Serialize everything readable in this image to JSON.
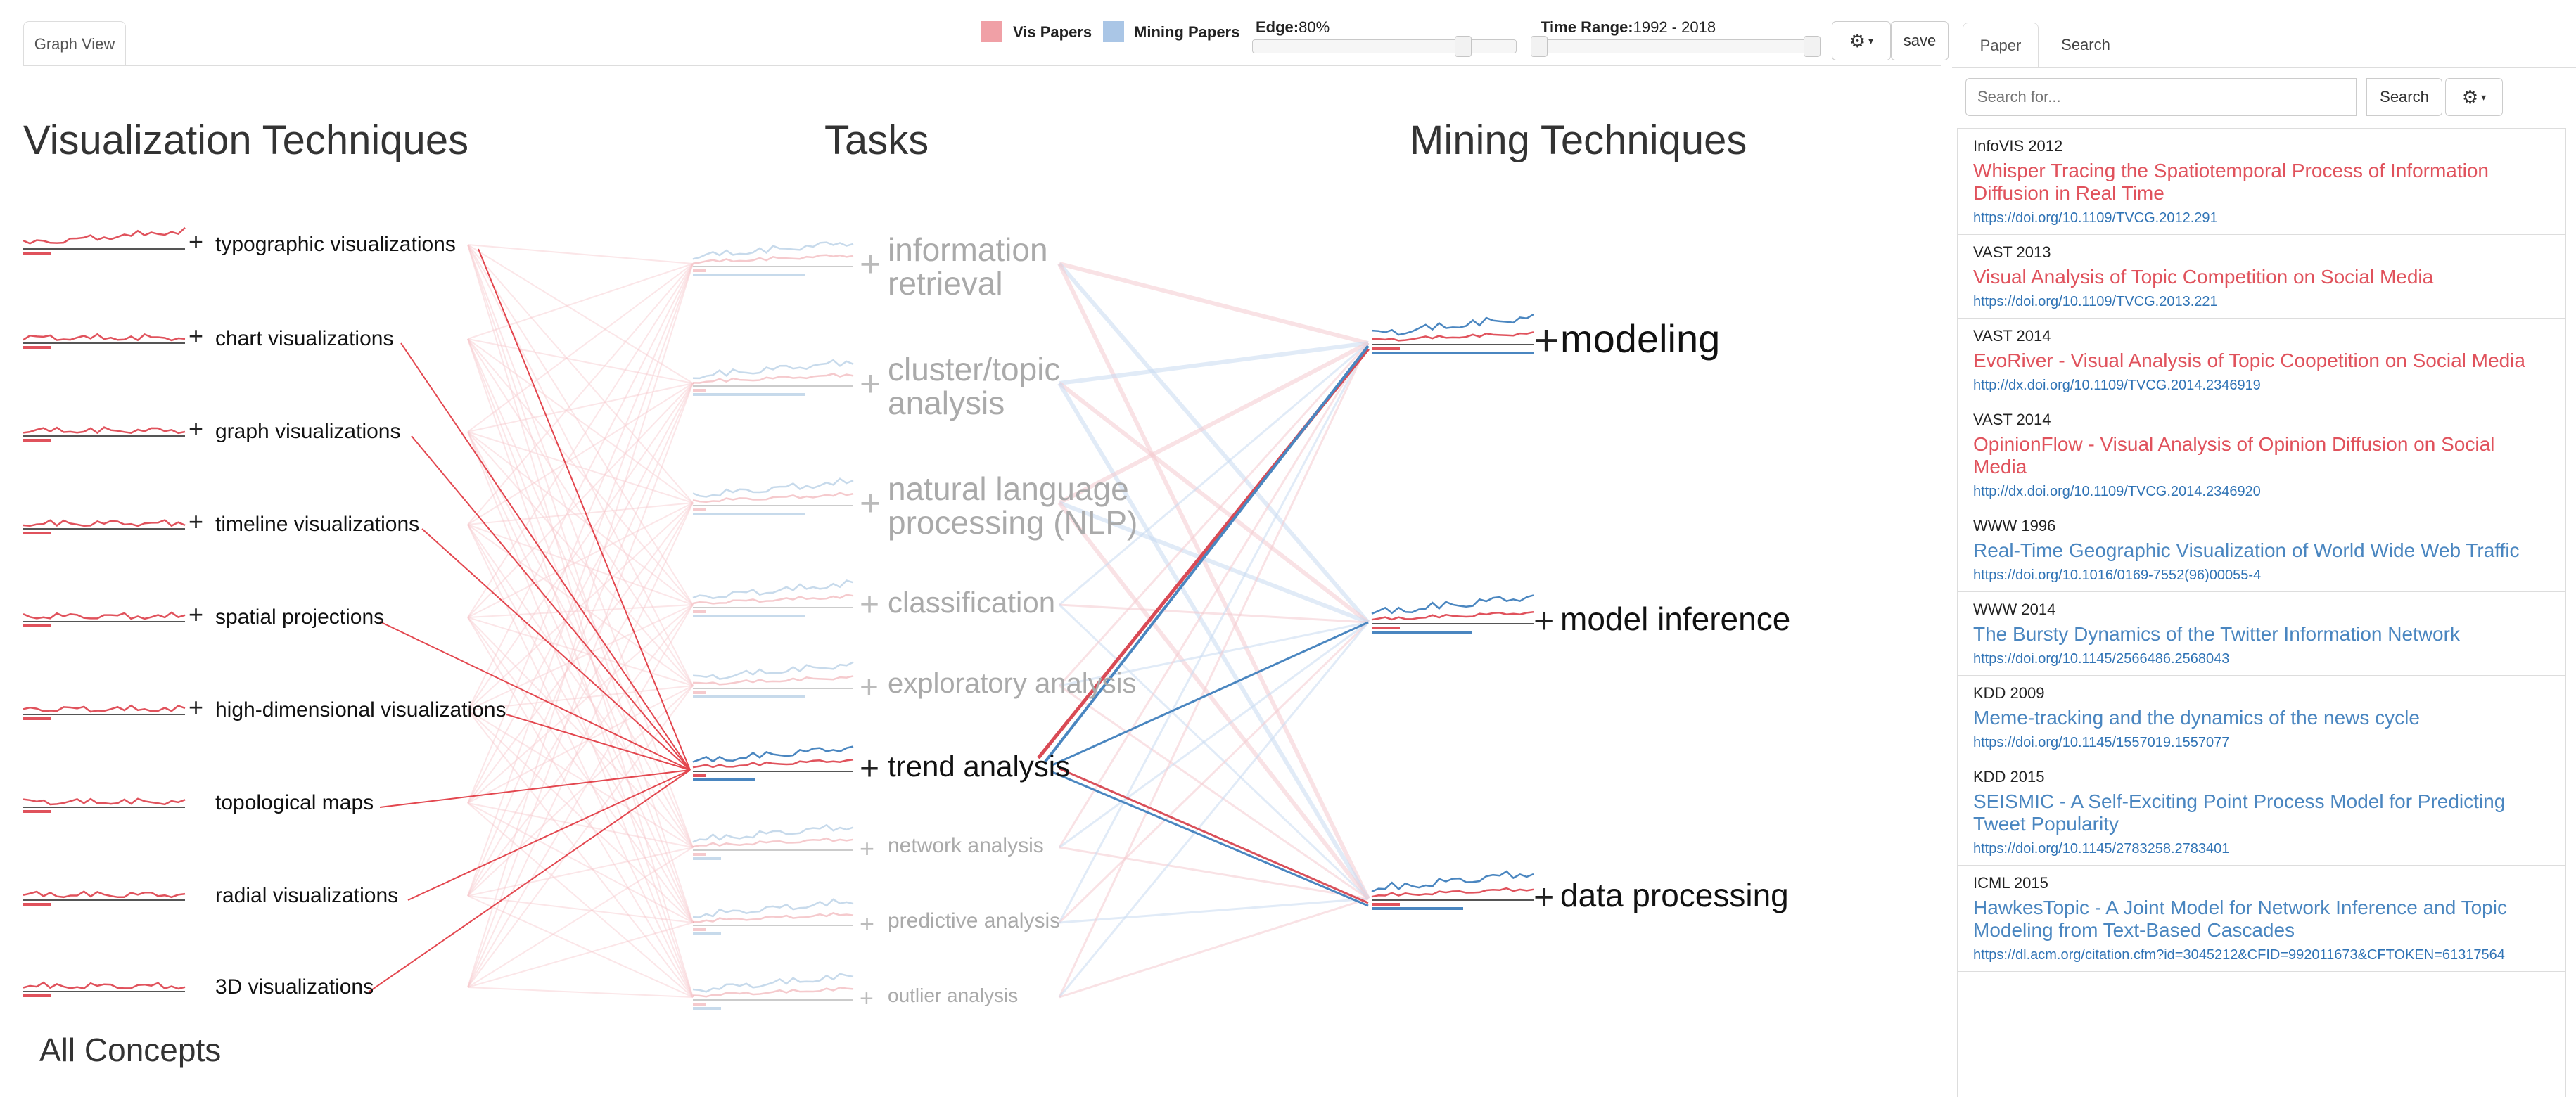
{
  "toolbar": {
    "graph_tab": "Graph View",
    "legend": [
      {
        "label": "Vis Papers",
        "color": "#f0a0a6"
      },
      {
        "label": "Mining Papers",
        "color": "#aac6e6"
      }
    ],
    "edge_label": "Edge:",
    "edge_value": "80%",
    "time_label": "Time Range:",
    "time_value": "1992 - 2018",
    "gear_icon": "gear-icon",
    "caret_icon": "caret-down-icon",
    "save_label": "save"
  },
  "columns": {
    "vis_title": "Visualization Techniques",
    "tasks_title": "Tasks",
    "mining_title": "Mining Techniques"
  },
  "vis_nodes": [
    {
      "label": "typographic visualizations",
      "plus": "+",
      "expandable": true
    },
    {
      "label": "chart visualizations",
      "plus": "+",
      "expandable": true
    },
    {
      "label": "graph visualizations",
      "plus": "+",
      "expandable": true
    },
    {
      "label": "timeline visualizations",
      "plus": "+",
      "expandable": true
    },
    {
      "label": "spatial projections",
      "plus": "+",
      "expandable": true
    },
    {
      "label": "high-dimensional visualizations",
      "plus": "+",
      "expandable": true
    },
    {
      "label": "topological maps",
      "plus": "",
      "expandable": false
    },
    {
      "label": "radial visualizations",
      "plus": "",
      "expandable": false
    },
    {
      "label": "3D visualizations",
      "plus": "",
      "expandable": false
    }
  ],
  "task_nodes": [
    {
      "label": "information\nretrieval",
      "plus": "+",
      "active": false
    },
    {
      "label": "cluster/topic\nanalysis",
      "plus": "+",
      "active": false
    },
    {
      "label": "natural language\nprocessing (NLP)",
      "plus": "+",
      "active": false
    },
    {
      "label": "classification",
      "plus": "+",
      "active": false
    },
    {
      "label": "exploratory analysis",
      "plus": "+",
      "active": false
    },
    {
      "label": "trend analysis",
      "plus": "+",
      "active": true
    },
    {
      "label": "network analysis",
      "plus": "+",
      "active": false
    },
    {
      "label": "predictive analysis",
      "plus": "+",
      "active": false
    },
    {
      "label": "outlier analysis",
      "plus": "+",
      "active": false
    }
  ],
  "mining_nodes": [
    {
      "label": "modeling",
      "plus": "+"
    },
    {
      "label": "model inference",
      "plus": "+"
    },
    {
      "label": "data processing",
      "plus": "+"
    }
  ],
  "footer": {
    "all_concepts": "All Concepts"
  },
  "panel": {
    "tabs": [
      "Paper",
      "Search"
    ],
    "search_placeholder": "Search for...",
    "search_button": "Search",
    "papers": [
      {
        "venue": "InfoVIS 2012",
        "title": "Whisper Tracing the Spatiotemporal Process of Information Diffusion in Real Time",
        "link": "https://doi.org/10.1109/TVCG.2012.291",
        "kind": "vis"
      },
      {
        "venue": "VAST 2013",
        "title": "Visual Analysis of Topic Competition on Social Media",
        "link": "https://doi.org/10.1109/TVCG.2013.221",
        "kind": "vis"
      },
      {
        "venue": "VAST 2014",
        "title": "EvoRiver - Visual Analysis of Topic Coopetition on Social Media",
        "link": "http://dx.doi.org/10.1109/TVCG.2014.2346919",
        "kind": "vis"
      },
      {
        "venue": "VAST 2014",
        "title": "OpinionFlow - Visual Analysis of Opinion Diffusion on Social Media",
        "link": "http://dx.doi.org/10.1109/TVCG.2014.2346920",
        "kind": "vis"
      },
      {
        "venue": "WWW 1996",
        "title": "Real-Time Geographic Visualization of World Wide Web Traffic",
        "link": "https://doi.org/10.1016/0169-7552(96)00055-4",
        "kind": "mining"
      },
      {
        "venue": "WWW 2014",
        "title": "The Bursty Dynamics of the Twitter Information Network",
        "link": "https://doi.org/10.1145/2566486.2568043",
        "kind": "mining"
      },
      {
        "venue": "KDD 2009",
        "title": "Meme-tracking and the dynamics of the news cycle",
        "link": "https://doi.org/10.1145/1557019.1557077",
        "kind": "mining"
      },
      {
        "venue": "KDD 2015",
        "title": "SEISMIC - A Self-Exciting Point Process Model for Predicting Tweet Popularity",
        "link": "https://doi.org/10.1145/2783258.2783401",
        "kind": "mining"
      },
      {
        "venue": "ICML 2015",
        "title": "HawkesTopic - A Joint Model for Network Inference and Topic Modeling from Text-Based Cascades",
        "link": "https://dl.acm.org/citation.cfm?id=3045212&CFID=992011673&CFTOKEN=61317564",
        "kind": "mining"
      }
    ]
  },
  "colors": {
    "vis": "#e0525c",
    "mining": "#4a86c0",
    "vis_title": "#e0525c",
    "mining_title": "#4a86c0",
    "faded_text": "#aaaaaa",
    "active_text": "#111111"
  }
}
